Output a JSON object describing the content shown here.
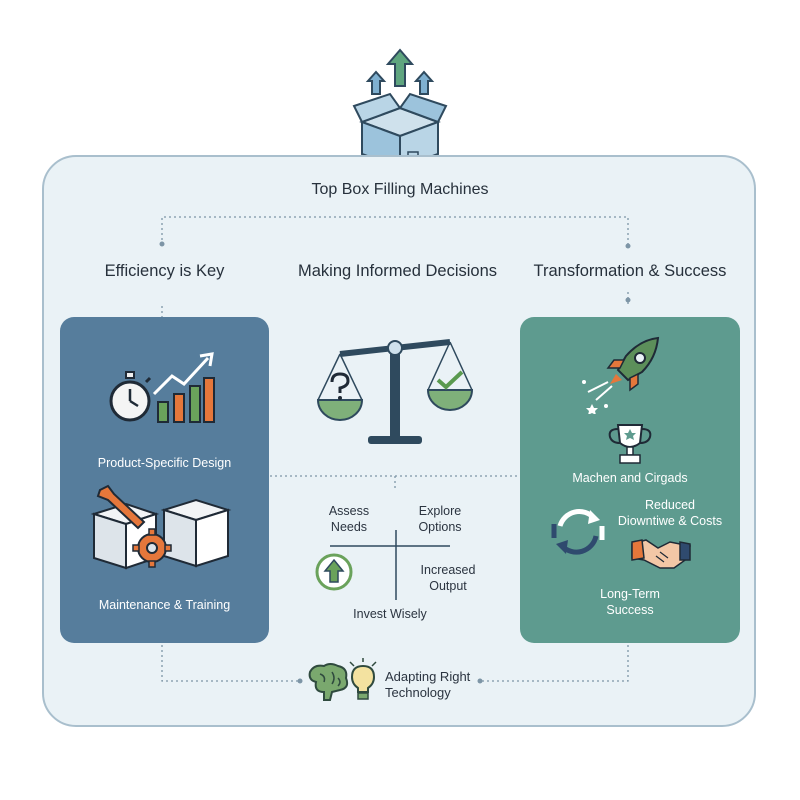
{
  "title": "Top Box Filling Machines",
  "columns": {
    "left": "Efficiency is Key",
    "middle": "Making Informed Decisions",
    "right": "Transformation & Success"
  },
  "left_panel": {
    "item1": "Product-Specific Design",
    "item2": "Maintenance & Training"
  },
  "middle_panel": {
    "assess": "Assess\nNeeds",
    "explore": "Explore\nOptions",
    "increased": "Increased\nOutput",
    "invest": "Invest Wisely"
  },
  "right_panel": {
    "item1": "Machen and Cirgads",
    "item2": "Reduced\nDiowntiwe & Costs",
    "item3": "Long-Term\nSuccess"
  },
  "footer": "Adapting Right\nTechnology",
  "colors": {
    "frame_bg": "#eaf2f6",
    "left_panel": "#567d9c",
    "right_panel": "#5e9b8f",
    "accent_orange": "#e5773b",
    "accent_green": "#6aa25b"
  },
  "icons": [
    "box-arrows-icon",
    "stopwatch-icon",
    "growth-chart-icon",
    "boxes-wrench-gear-icon",
    "balance-scale-icon",
    "up-arrow-circle-icon",
    "rocket-icon",
    "trophy-icon",
    "cycle-arrows-icon",
    "handshake-icon",
    "brain-icon",
    "lightbulb-icon"
  ]
}
